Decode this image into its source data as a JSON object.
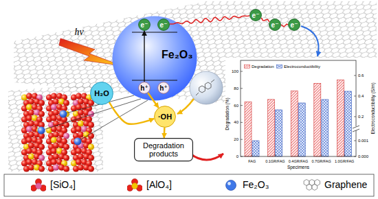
{
  "diagram": {
    "nodes": [
      {
        "text": [
          "Fe₂O₃"
        ]
      },
      {
        "text": [
          "e⁻"
        ],
        "in": 0
      },
      {
        "text": [
          "e⁻"
        ],
        "in": 0
      },
      {
        "text": [
          "h⁺"
        ],
        "in": 0
      },
      {
        "text": [
          "h⁺"
        ],
        "in": 0
      },
      {
        "text": [
          "H₂O"
        ]
      },
      {
        "text": [
          "·OH"
        ]
      },
      {
        "text": [
          "Degradation products"
        ]
      },
      {
        "text": [
          "e⁻"
        ]
      },
      {
        "text": [
          "e⁻"
        ]
      },
      {
        "text": [
          "e⁻"
        ]
      }
    ],
    "edges": [
      {
        "from": 3,
        "to": 1,
        "arrow": "to"
      },
      {
        "from": 5,
        "to": 6,
        "arrow": "to"
      },
      {
        "from": 3,
        "to": 6,
        "arrow": "to"
      },
      {
        "from": 6,
        "to": 7,
        "arrow": "to"
      },
      {
        "from": 2,
        "to": 8,
        "arrow": "none"
      },
      {
        "from": 8,
        "to": 9,
        "arrow": "none"
      },
      {
        "from": 9,
        "to": 10,
        "arrow": "none"
      }
    ],
    "labels": [
      "hν",
      "100",
      "80",
      "60",
      "40",
      "20",
      "0",
      "0.6",
      "0.4",
      "0.2",
      "0.001",
      "0.000",
      "Degradation (%)",
      "Electroconductibility (S/m)",
      "Specimens",
      "FAG",
      "0.1GR/FAG",
      "0.4GR/FAG",
      "0.7GR/FAG",
      "1.0GR/FAG"
    ],
    "legend": [
      {
        "text": "Degradation"
      },
      {
        "text": "Electroconductibility"
      },
      {
        "text": "[SiO₄]"
      },
      {
        "text": "[AlO₄]"
      },
      {
        "text": "Fe₂O₃"
      },
      {
        "text": "Graphene"
      }
    ]
  }
}
